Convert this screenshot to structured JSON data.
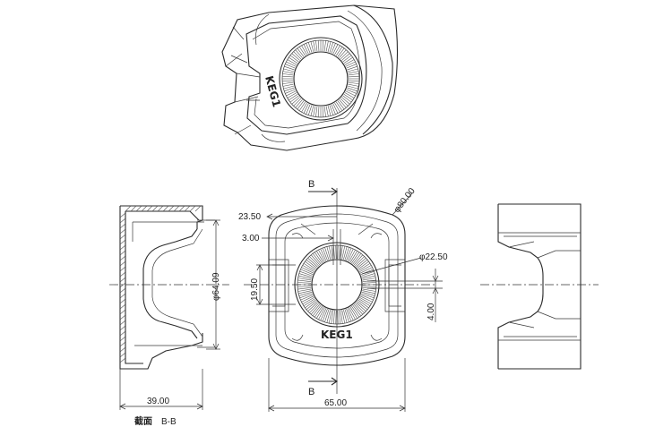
{
  "drawing": {
    "colors": {
      "line": "#2a2a2a",
      "background": "#ffffff"
    },
    "iso_view": {
      "emboss_text": "KEG1"
    },
    "section_view": {
      "caption_cn": "截面",
      "caption_section": "B-B",
      "dim_width": "39.00",
      "dim_height": "φ64.09"
    },
    "front_view": {
      "emboss_text": "KEG1",
      "section_mark_top": "B",
      "section_mark_bottom": "B",
      "dim_outer_dia": "φ80.00",
      "dim_inner_dia": "φ22.50",
      "dim_23_50": "23.50",
      "dim_3_00": "3.00",
      "dim_19_50": "19.50",
      "dim_4_00": "4.00",
      "dim_width": "65.00"
    }
  }
}
